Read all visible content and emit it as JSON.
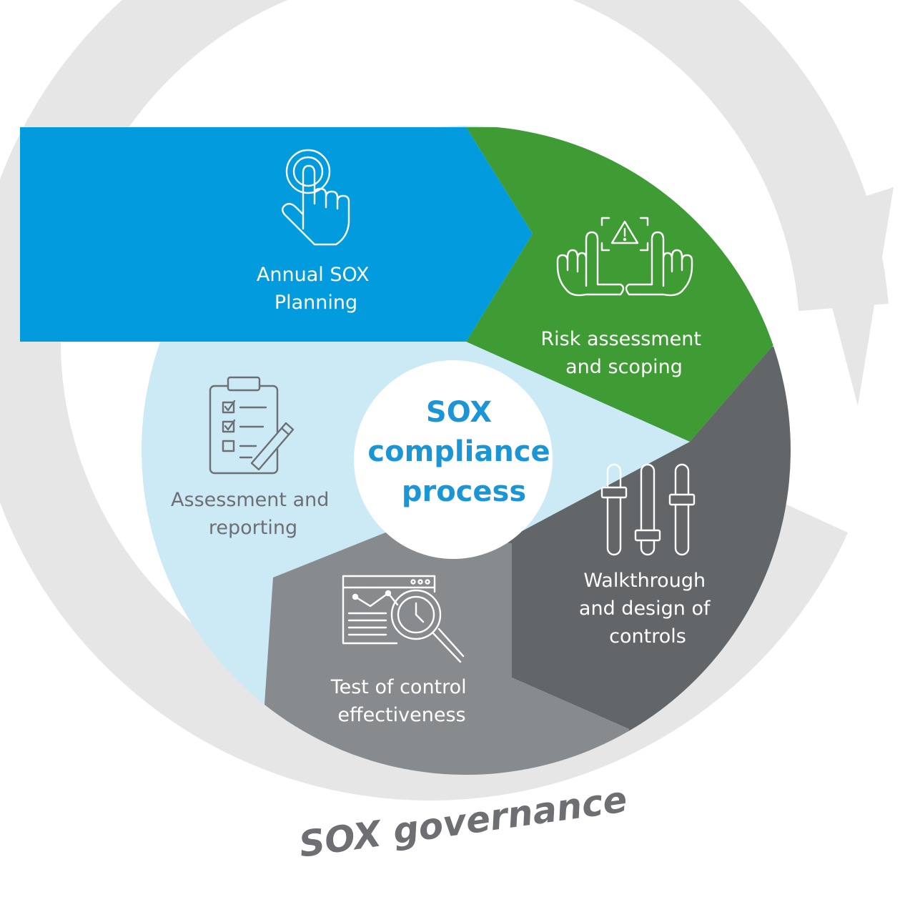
{
  "diagram": {
    "center": {
      "lines": [
        "SOX",
        "compliance",
        "process"
      ]
    },
    "outer_cycle": {
      "label": "SOX governance"
    },
    "steps": [
      {
        "id": "planning",
        "lines": [
          "Annual SOX",
          "Planning"
        ],
        "icon": "hand-pointer-icon",
        "color": "#019bde"
      },
      {
        "id": "risk",
        "lines": [
          "Risk assessment",
          "and scoping"
        ],
        "icon": "hands-frame-warning-icon",
        "color": "#3f9c35"
      },
      {
        "id": "walkthrough",
        "lines": [
          "Walkthrough",
          "and design of",
          "controls"
        ],
        "icon": "sliders-icon",
        "color": "#636669"
      },
      {
        "id": "testing",
        "lines": [
          "Test of control",
          "effectiveness"
        ],
        "icon": "chart-magnifier-clock-icon",
        "color": "#888b8e"
      },
      {
        "id": "assessment",
        "lines": [
          "Assessment and",
          "reporting"
        ],
        "icon": "clipboard-checklist-icon",
        "color": "#cce9f6"
      }
    ],
    "colors": {
      "ring": "#e6e6e7",
      "center_text": "#1a95d6",
      "dark_text": "#6e6f73"
    }
  }
}
